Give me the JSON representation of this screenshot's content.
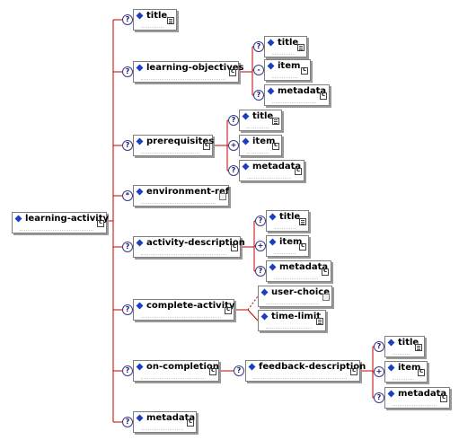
{
  "root": {
    "label": "learning-activity"
  },
  "children": [
    {
      "label": "title",
      "badge": "text"
    },
    {
      "label": "learning-objectives",
      "badge": "complex",
      "children": [
        {
          "label": "title",
          "badge": "text"
        },
        {
          "label": "item",
          "badge": "complex"
        },
        {
          "label": "metadata",
          "badge": "complex"
        }
      ]
    },
    {
      "label": "prerequisites",
      "badge": "complex",
      "children": [
        {
          "label": "title",
          "badge": "text"
        },
        {
          "label": "item",
          "badge": "complex"
        },
        {
          "label": "metadata",
          "badge": "complex"
        }
      ]
    },
    {
      "label": "environment-ref",
      "badge": "empty"
    },
    {
      "label": "activity-description",
      "badge": "complex",
      "children": [
        {
          "label": "title",
          "badge": "text"
        },
        {
          "label": "item",
          "badge": "complex"
        },
        {
          "label": "metadata",
          "badge": "complex"
        }
      ]
    },
    {
      "label": "complete-activity",
      "badge": "complex",
      "children": [
        {
          "label": "user-choice",
          "badge": "empty"
        },
        {
          "label": "time-limit",
          "badge": "text"
        }
      ]
    },
    {
      "label": "on-completion",
      "badge": "complex",
      "children": [
        {
          "label": "feedback-description",
          "badge": "complex",
          "children": [
            {
              "label": "title",
              "badge": "text"
            },
            {
              "label": "item",
              "badge": "complex"
            },
            {
              "label": "metadata",
              "badge": "complex"
            }
          ]
        }
      ]
    },
    {
      "label": "metadata",
      "badge": "complex"
    }
  ],
  "colors": {
    "connector": "#c00000",
    "diamond": "#1a3fbf",
    "border": "#7f7f7f"
  }
}
